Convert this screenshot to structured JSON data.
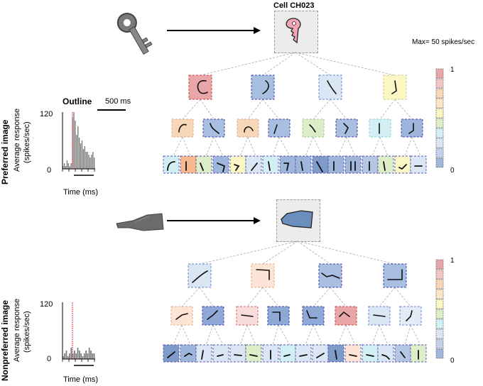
{
  "cell_label": "Cell  CH023",
  "max_label": "Max= 50 spikes/sec",
  "outline_label": "Outline",
  "scalebar_label": "500 ms",
  "preferred": {
    "side_label": "Preferred image",
    "ylabel_line1": "Average response",
    "ylabel_line2": "(spikes/sec)",
    "ytick_top": "120",
    "ytick_bottom": "0",
    "xlabel": "Time (ms)",
    "object": "key",
    "histogram_relative": [
      0.05,
      0.1,
      0.05,
      0.15,
      0.1,
      0.05,
      0.1,
      0.9,
      1.0,
      0.85,
      0.6,
      0.75,
      0.55,
      0.45,
      0.5,
      0.35,
      0.4,
      0.3,
      0.3,
      0.25,
      0.2,
      0.25,
      0.3,
      0.2
    ],
    "colorbar_top": "1",
    "colorbar_bottom": "0"
  },
  "nonpreferred": {
    "side_label": "Nonpreferred image",
    "ylabel_line1": "Average response",
    "ylabel_line2": "(spikes/sec)",
    "ytick_top": "120",
    "ytick_bottom": "0",
    "xlabel": "Time (ms)",
    "object": "hand",
    "histogram_relative": [
      0.05,
      0.1,
      0.15,
      0.05,
      0.1,
      0.2,
      0.1,
      0.15,
      0.1,
      0.2,
      0.15,
      0.1,
      0.05,
      0.1,
      0.15,
      0.1,
      0.2,
      0.15,
      0.1,
      0.1
    ],
    "colorbar_top": "1",
    "colorbar_bottom": "0"
  },
  "colors": {
    "red": "#e9a6a9",
    "orange": "#f8d7b9",
    "yellow": "#fbf7c4",
    "green": "#dcedc8",
    "cyan": "#d2f0f3",
    "lightblue": "#dbe6f4",
    "midblue": "#b3c6e4",
    "blue": "#9fb6dc",
    "darkblue": "#7f9bc9",
    "key_fill": "#f4a6b4",
    "hand_fill": "#6a8fbf"
  }
}
